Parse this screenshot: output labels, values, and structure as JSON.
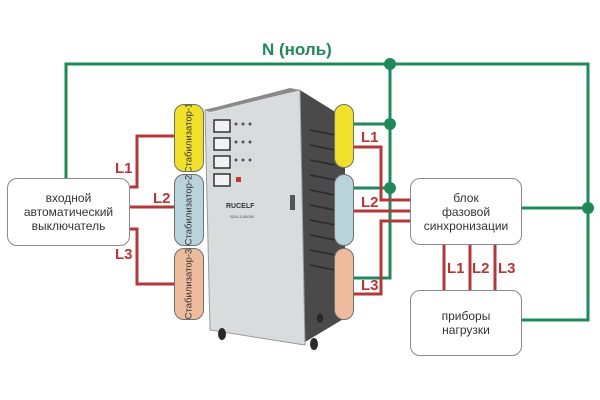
{
  "neutral_label": "N (ноль)",
  "boxes": {
    "input_breaker": "входной\nавтоматический\nвыключатель",
    "phase_sync": "блок\nфазовой\nсинхронизации",
    "load": "приборы\nнагрузки"
  },
  "stabilizers": [
    {
      "label": "Стабилизатор-1",
      "color": "#f0e02a"
    },
    {
      "label": "Стабилизатор-2",
      "color": "#b8d3dc"
    },
    {
      "label": "Стабилизатор-3",
      "color": "#eebc9c"
    }
  ],
  "wire_labels": {
    "left": [
      "L1",
      "L2",
      "L3"
    ],
    "right": [
      "L1",
      "L2",
      "L3"
    ],
    "bottom": [
      "L1",
      "L2",
      "L3"
    ]
  },
  "device": {
    "brand": "RUCELF",
    "model": "SDV-3-30000"
  },
  "colors": {
    "neutral_wire": "#1f8a58",
    "phase_wire": "#b5373a"
  }
}
